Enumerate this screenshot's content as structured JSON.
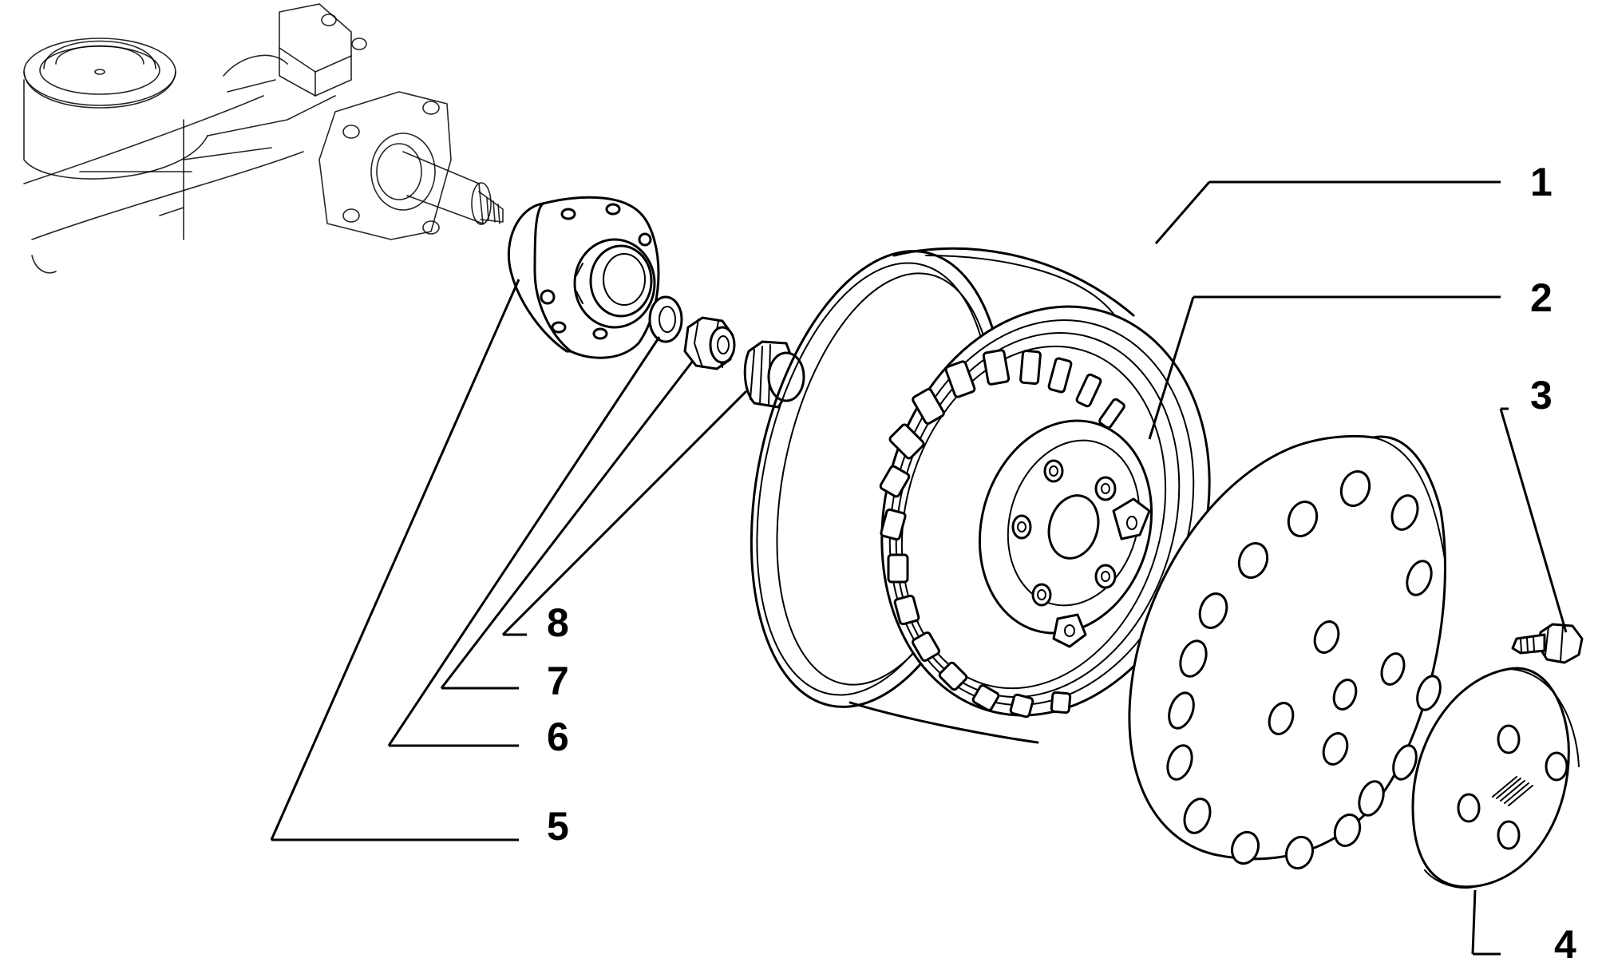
{
  "callouts": [
    {
      "id": "1",
      "text": "1"
    },
    {
      "id": "2",
      "text": "2"
    },
    {
      "id": "3",
      "text": "3"
    },
    {
      "id": "4",
      "text": "4"
    },
    {
      "id": "5",
      "text": "5"
    },
    {
      "id": "6",
      "text": "6"
    },
    {
      "id": "7",
      "text": "7"
    },
    {
      "id": "8",
      "text": "8"
    }
  ],
  "colors": {
    "ink": "#000000",
    "paper": "#ffffff"
  }
}
